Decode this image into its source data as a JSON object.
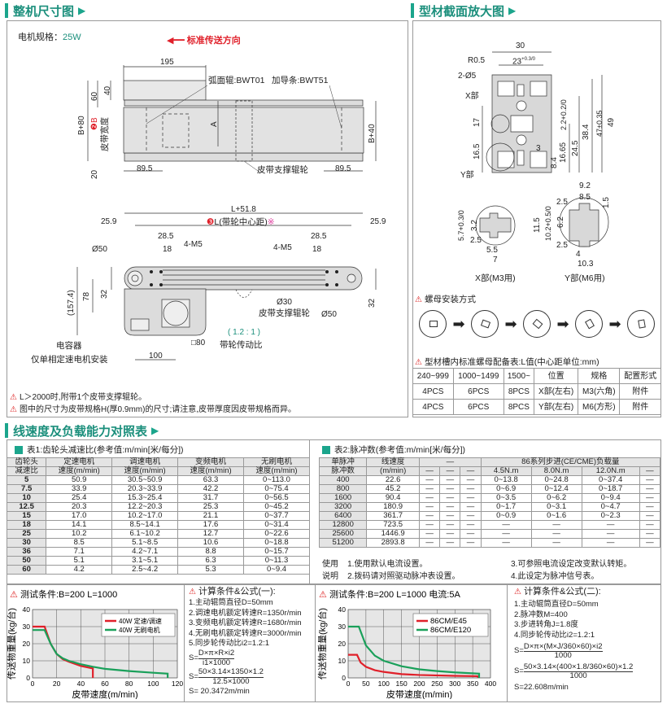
{
  "sections": {
    "overall_dims": "整机尺寸图",
    "profile_section": "型材截面放大图",
    "speed_load": "线速度及负载能力对照表"
  },
  "overall": {
    "motor_spec_label": "电机规格：",
    "motor_spec_value": "25W",
    "direction": "标准传送方向",
    "top_view": {
      "d195": "195",
      "roller": "弧面辊:BWT01",
      "guide": "加导条:BWT51",
      "d60": "60",
      "d40": "40",
      "b80": "B+80",
      "b_mark": "❷B",
      "belt_width": "皮带宽度",
      "d20": "20",
      "a": "A",
      "b40": "B+40",
      "d89_left": "89.5",
      "d89_right": "89.5",
      "support_roller": "皮带支撑辊轮"
    },
    "side_view": {
      "l518": "L+51.8",
      "l_mark": "❸",
      "l_center": "L(带轮中心距)",
      "l_star": "※",
      "d259_left": "25.9",
      "d259_right": "25.9",
      "d285_left": "28.5",
      "d285_right": "28.5",
      "d18_left": "18",
      "d18_right": "18",
      "m5_left": "4-M5",
      "m5_right": "4-M5",
      "phi50_left": "Ø50",
      "phi50_right": "Ø50",
      "d1574": "(157.4)",
      "d78": "78",
      "d32_left": "32",
      "d32_right": "32",
      "phi30": "Ø30",
      "support_roller": "皮带支撑辊轮",
      "ratio": "( 1.2 : 1 )",
      "ratio_label": "带轮传动比",
      "sq80": "□80",
      "capacitor": "电容器",
      "capacitor_note": "仅单相定速电机安装",
      "d100": "100"
    },
    "notes": [
      "L＞2000时,附带1个皮带支撑辊轮。",
      "图中的尺寸为皮带规格H(厚0.9mm)的尺寸;请注意,皮带厚度因皮带规格而异。"
    ]
  },
  "profile": {
    "d30": "30",
    "d23": "23",
    "d23_tol": "+0.3/0",
    "r05": "R0.5",
    "holes": "2-Ø5",
    "x_part": "X部",
    "y_part": "Y部",
    "d17": "17",
    "d165": "16.5",
    "d22": "2.2+0.2/0",
    "d384": "38.4",
    "d47": "47±0.35",
    "d49": "49",
    "d245": "24.5",
    "d1665": "16.65",
    "d84": "8.4",
    "d3": "3",
    "x_detail": {
      "d57": "5.7+0.3/0",
      "d32": "3.2",
      "d25": "2.5",
      "d55": "5.5",
      "d7": "7",
      "caption": "X部(M3用)"
    },
    "y_detail": {
      "d92": "9.2",
      "d85": "8.5",
      "d25a": "2.5",
      "d15": "1.5",
      "d115": "11.5",
      "d102": "10.2+0.5/0",
      "d62": "6.2",
      "d25b": "2.5",
      "d4": "4",
      "d103": "10.3",
      "caption": "Y部(M6用)"
    },
    "nut_install_title": "螺母安装方式",
    "nut_table_title": "型材槽内标准螺母配备表:L值(中心距单位:mm)",
    "nut_table": {
      "headers": [
        "240~999",
        "1000~1499",
        "1500~",
        "位置",
        "规格",
        "配置形式"
      ],
      "rows": [
        [
          "4PCS",
          "6PCS",
          "8PCS",
          "X部(左右)",
          "M3(六角)",
          "附件"
        ],
        [
          "4PCS",
          "6PCS",
          "8PCS",
          "Y部(左右)",
          "M6(方形)",
          "附件"
        ]
      ]
    }
  },
  "table1": {
    "title": "表1:齿轮头减速比(参考值:m/min[米/每分])",
    "headers1": [
      "齿轮头",
      "定速电机",
      "调速电机",
      "变频电机",
      "无刷电机"
    ],
    "headers2": [
      "减速比",
      "速度(m/min)",
      "速度(m/min)",
      "速度(m/min)",
      "速度(m/min)"
    ],
    "rows": [
      [
        "5",
        "50.9",
        "30.5~50.9",
        "63.3",
        "0~113.0"
      ],
      [
        "7.5",
        "33.9",
        "20.3~33.9",
        "42.2",
        "0~75.4"
      ],
      [
        "10",
        "25.4",
        "15.3~25.4",
        "31.7",
        "0~56.5"
      ],
      [
        "12.5",
        "20.3",
        "12.2~20.3",
        "25.3",
        "0~45.2"
      ],
      [
        "15",
        "17.0",
        "10.2~17.0",
        "21.1",
        "0~37.7"
      ],
      [
        "18",
        "14.1",
        "8.5~14.1",
        "17.6",
        "0~31.4"
      ],
      [
        "25",
        "10.2",
        "6.1~10.2",
        "12.7",
        "0~22.6"
      ],
      [
        "30",
        "8.5",
        "5.1~8.5",
        "10.6",
        "0~18.8"
      ],
      [
        "36",
        "7.1",
        "4.2~7.1",
        "8.8",
        "0~15.7"
      ],
      [
        "50",
        "5.1",
        "3.1~5.1",
        "6.3",
        "0~11.3"
      ],
      [
        "60",
        "4.2",
        "2.5~4.2",
        "5.3",
        "0~9.4"
      ]
    ]
  },
  "table2": {
    "title": "表2:脉冲数(参考值:m/min[米/每分])",
    "headers1": [
      "单脉冲",
      "线速度",
      "—",
      "86系列步进(CE/CME)负载量"
    ],
    "headers2": [
      "脉冲数",
      "(m/min)",
      "—",
      "—",
      "—",
      "4.5N.m",
      "8.0N.m",
      "12.0N.m",
      "—"
    ],
    "rows": [
      [
        "400",
        "22.6",
        "—",
        "—",
        "—",
        "0~13.8",
        "0~24.8",
        "0~37.4",
        "—"
      ],
      [
        "800",
        "45.2",
        "—",
        "—",
        "—",
        "0~6.9",
        "0~12.4",
        "0~18.7",
        "—"
      ],
      [
        "1600",
        "90.4",
        "—",
        "—",
        "—",
        "0~3.5",
        "0~6.2",
        "0~9.4",
        "—"
      ],
      [
        "3200",
        "180.9",
        "—",
        "—",
        "—",
        "0~1.7",
        "0~3.1",
        "0~4.7",
        "—"
      ],
      [
        "6400",
        "361.7",
        "—",
        "—",
        "—",
        "0~0.9",
        "0~1.6",
        "0~2.3",
        "—"
      ],
      [
        "12800",
        "723.5",
        "—",
        "—",
        "—",
        "—",
        "—",
        "—",
        "—"
      ],
      [
        "25600",
        "1446.9",
        "—",
        "—",
        "—",
        "—",
        "—",
        "—",
        "—"
      ],
      [
        "51200",
        "2893.8",
        "—",
        "—",
        "—",
        "—",
        "—",
        "—",
        "—"
      ]
    ],
    "usage_label1": "使用",
    "usage_label2": "说明",
    "usage": [
      "1.使用默认电流设置。",
      "2.拨码请对照驱动脉冲表设置。",
      "3.可参照电流设定改变默认转矩。",
      "4.此设定为脉冲信号表。"
    ]
  },
  "formula1": {
    "title": "计算条件&公式(一):",
    "lines": [
      "1.主动辊筒直径D=50mm",
      "2.调速电机额定转速R=1350r/min",
      "3.变频电机额定转速R=1680r/min",
      "4.无刷电机额定转速R=3000r/min",
      "5.同步轮传动比i2=1.2:1"
    ],
    "s": "S=",
    "f1_num": "D×π×R×i2",
    "f1_den": "i1×1000",
    "f2_num": "50×3.14×1350×1.2",
    "f2_den": "12.5×1000",
    "result": "S= 20.3472m/min"
  },
  "formula2": {
    "title": "计算条件&公式(二):",
    "lines": [
      "1.主动辊筒直径D=50mm",
      "2.脉冲数M=400",
      "3.步进转角J=1.8度",
      "4.同步轮传动比i2=1.2:1"
    ],
    "s": "S=",
    "f1_num": "D×π×(M×J/360×60)×i2",
    "f1_den": "1000",
    "f2_num": "50×3.14×(400×1.8/360×60)×1.2",
    "f2_den": "1000",
    "result": "S=22.608m/min"
  },
  "chart_data": [
    {
      "type": "line",
      "title": "测试条件:B=200  L=1000",
      "xlabel": "皮带速度(m/min)",
      "ylabel": "传送物重量(kg/台)",
      "xlim": [
        0,
        120
      ],
      "ylim": [
        0,
        40
      ],
      "xticks": [
        "0",
        "20",
        "40",
        "60",
        "80",
        "100",
        "120"
      ],
      "yticks": [
        "0",
        "10",
        "20",
        "30",
        "40"
      ],
      "grid": true,
      "legend": "top-right",
      "series": [
        {
          "name": "40W 定速/调速",
          "color": "#e0202a",
          "x": [
            0,
            10,
            15,
            20,
            25,
            30,
            40,
            50,
            50
          ],
          "y": [
            30,
            30,
            20,
            14,
            11,
            9.5,
            7,
            5.5,
            0
          ]
        },
        {
          "name": "40W 无刷电机",
          "color": "#1aa05a",
          "x": [
            0,
            10,
            15,
            20,
            25,
            30,
            40,
            50,
            60,
            80,
            100,
            112,
            112
          ],
          "y": [
            28,
            28,
            20,
            14,
            11.5,
            10,
            8,
            6.5,
            5.3,
            4,
            3,
            2.5,
            0
          ]
        }
      ]
    },
    {
      "type": "line",
      "title": "测试条件:B=200  L=1000  电流:5A",
      "xlabel": "皮带速度(m/min)",
      "ylabel": "传送物重量(kg/台)",
      "xlim": [
        0,
        400
      ],
      "ylim": [
        0,
        40
      ],
      "xticks": [
        "0",
        "50",
        "100",
        "150",
        "200",
        "250",
        "300",
        "350",
        "400"
      ],
      "yticks": [
        "0",
        "10",
        "20",
        "30",
        "40"
      ],
      "grid": true,
      "legend": "top-right",
      "series": [
        {
          "name": "86CM/E45",
          "color": "#e0202a",
          "x": [
            0,
            25,
            35,
            50,
            75,
            100,
            150,
            200,
            300,
            365,
            365
          ],
          "y": [
            13.5,
            13.5,
            9,
            6.5,
            4.5,
            3.5,
            2.2,
            1.7,
            1.2,
            1,
            0
          ]
        },
        {
          "name": "86CM/E120",
          "color": "#1aa05a",
          "x": [
            0,
            30,
            50,
            75,
            100,
            150,
            200,
            250,
            300,
            368,
            368
          ],
          "y": [
            30,
            30,
            19,
            13,
            10,
            6.8,
            5,
            4,
            3.2,
            2.5,
            0
          ]
        }
      ]
    }
  ],
  "colors": {
    "accent": "#1ba58c",
    "warning": "#e0202a",
    "plot_bg": "#e6e6e6"
  }
}
